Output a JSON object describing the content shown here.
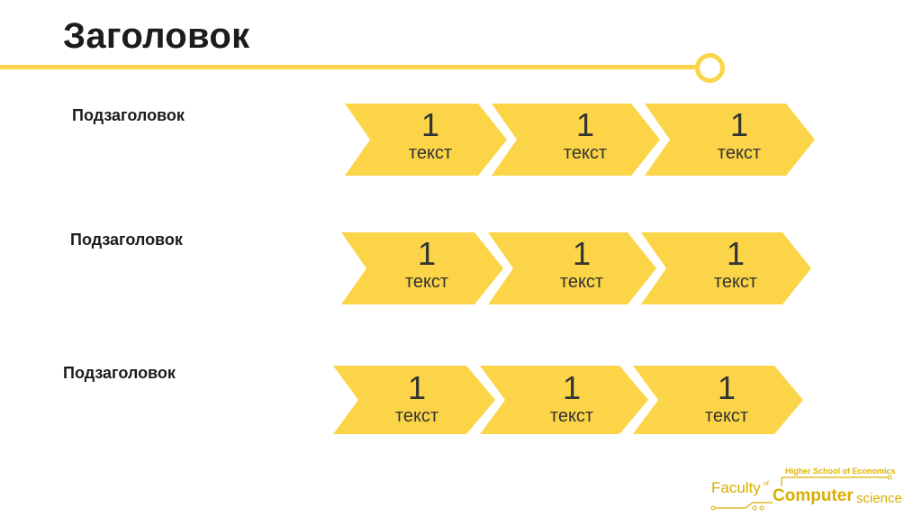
{
  "slide": {
    "title": "Заголовок",
    "accent_color": "#fcd447"
  },
  "rows": [
    {
      "subtitle": "Подзаголовок",
      "steps": [
        {
          "number": "1",
          "text": "текст"
        },
        {
          "number": "1",
          "text": "текст"
        },
        {
          "number": "1",
          "text": "текст"
        }
      ]
    },
    {
      "subtitle": "Подзаголовок",
      "steps": [
        {
          "number": "1",
          "text": "текст"
        },
        {
          "number": "1",
          "text": "текст"
        },
        {
          "number": "1",
          "text": "текст"
        }
      ]
    },
    {
      "subtitle": "Подзаголовок",
      "steps": [
        {
          "number": "1",
          "text": "текст"
        },
        {
          "number": "1",
          "text": "текст"
        },
        {
          "number": "1",
          "text": "текст"
        }
      ]
    }
  ],
  "logo": {
    "school": "Higher School of Economics",
    "faculty": "Faculty",
    "of": "of",
    "computer": "Computer",
    "science": "science"
  }
}
